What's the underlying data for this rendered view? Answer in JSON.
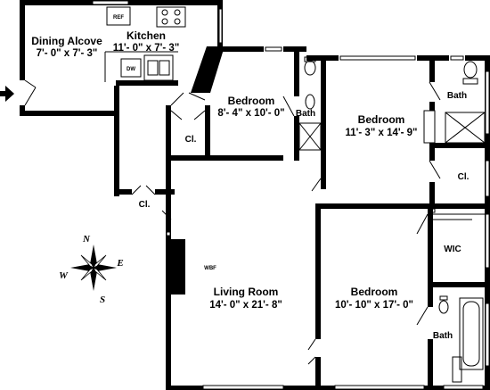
{
  "rooms": {
    "dining_alcove": {
      "name": "Dining Alcove",
      "dims": "7'- 0\" x 7'- 3\""
    },
    "kitchen": {
      "name": "Kitchen",
      "dims": "11'- 0\" x 7'- 3\""
    },
    "bedroom_small": {
      "name": "Bedroom",
      "dims": "8'- 4\" x 10'- 0\""
    },
    "bedroom_ne": {
      "name": "Bedroom",
      "dims": "11'- 3\" x 14'- 9\""
    },
    "living_room": {
      "name": "Living Room",
      "dims": "14'- 0\" x 21'- 8\""
    },
    "bedroom_se": {
      "name": "Bedroom",
      "dims": "10'- 10\" x 17'- 0\""
    }
  },
  "labels": {
    "bath_center": "Bath",
    "bath_ne": "Bath",
    "bath_se": "Bath",
    "closet_bedroom": "Cl.",
    "closet_hall": "Cl.",
    "closet_ne": "Cl.",
    "wic": "WIC",
    "wbf": "WBF",
    "ref": "REF",
    "dw": "DW"
  },
  "compass": {
    "n": "N",
    "s": "S",
    "e": "E",
    "w": "W"
  }
}
